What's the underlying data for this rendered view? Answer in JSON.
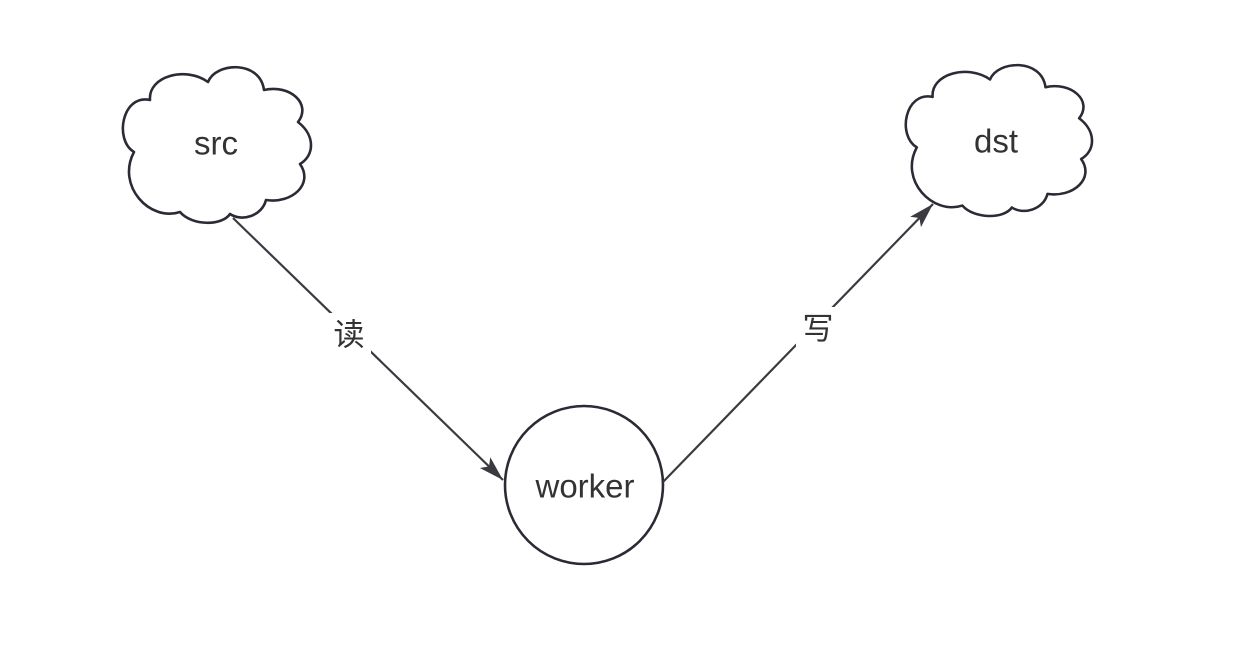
{
  "diagram": {
    "background_color": "#ffffff",
    "node_stroke_color": "#2b2b36",
    "edge_stroke_color": "#3a3a40",
    "text_color": "#333333",
    "nodes": [
      {
        "id": "src",
        "shape": "cloud",
        "label": "src"
      },
      {
        "id": "dst",
        "shape": "cloud",
        "label": "dst"
      },
      {
        "id": "worker",
        "shape": "circle",
        "label": "worker"
      }
    ],
    "edges": [
      {
        "from": "src",
        "to": "worker",
        "label": "读",
        "arrow": "filled-triangle"
      },
      {
        "from": "worker",
        "to": "dst",
        "label": "写",
        "arrow": "filled-triangle"
      }
    ]
  }
}
